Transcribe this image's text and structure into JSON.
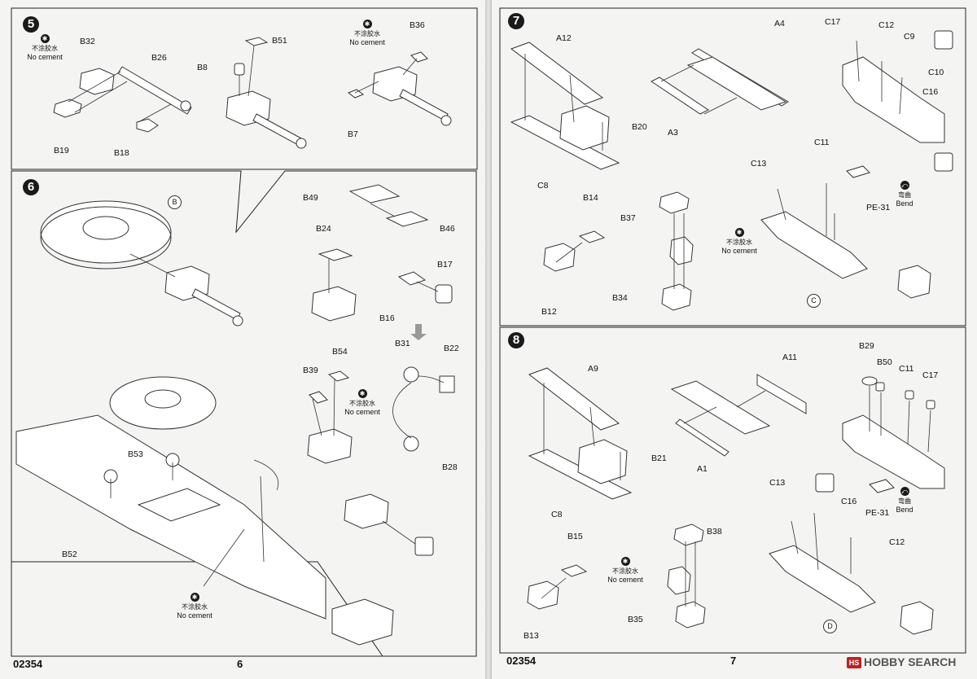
{
  "steps": {
    "s5": {
      "number": "5"
    },
    "s6": {
      "number": "6"
    },
    "s7": {
      "number": "7"
    },
    "s8": {
      "number": "8"
    }
  },
  "note": {
    "chinese": "不涂胶水",
    "english": "No cement"
  },
  "bend": {
    "chinese": "弯曲",
    "english": "Bend"
  },
  "labels": {
    "s5": [
      "B32",
      "B26",
      "B19",
      "B18",
      "B8",
      "B51",
      "B7",
      "B36"
    ],
    "s6": [
      "B49",
      "B46",
      "B24",
      "B17",
      "B16",
      "B31",
      "B22",
      "B39",
      "B54",
      "B28",
      "B53",
      "B52"
    ],
    "s6_ref": "B",
    "s7": [
      "A12",
      "A4",
      "C17",
      "C12",
      "C9",
      "C10",
      "C16",
      "B20",
      "A3",
      "C8",
      "C13",
      "C11",
      "B14",
      "B37",
      "PE-31",
      "B12",
      "B34"
    ],
    "s7_ref": "C",
    "s8": [
      "A9",
      "A11",
      "B29",
      "B50",
      "C11",
      "C17",
      "B21",
      "A1",
      "C8",
      "C13",
      "C16",
      "PE-31",
      "B15",
      "B38",
      "C12",
      "B13",
      "B35"
    ],
    "s8_ref": "D"
  },
  "footer": {
    "left_code": "02354",
    "left_page": "6",
    "right_code": "02354",
    "right_page": "7"
  },
  "watermark": {
    "text": "HOBBY SEARCH",
    "logo_text": "HS"
  }
}
